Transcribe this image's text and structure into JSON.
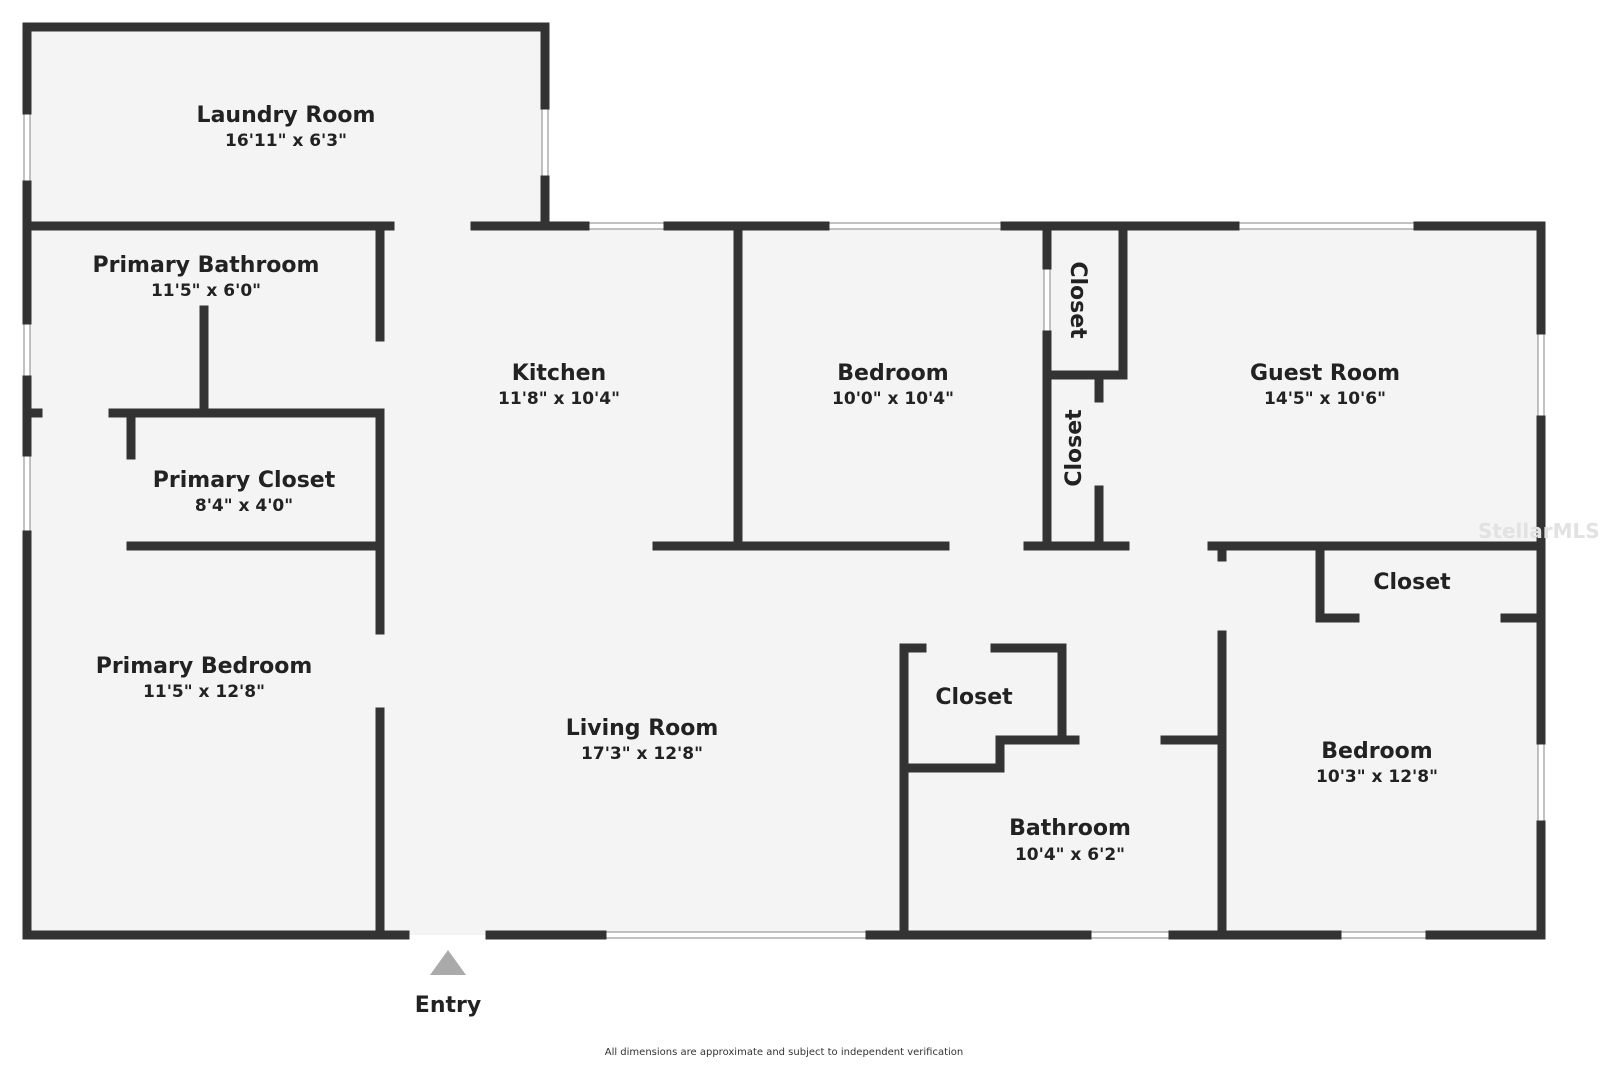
{
  "rooms": [
    {
      "name": "Laundry Room",
      "dims": "16'11\" x 6'3\""
    },
    {
      "name": "Primary Bathroom",
      "dims": "11'5\" x 6'0\""
    },
    {
      "name": "Primary Closet",
      "dims": "8'4\" x 4'0\""
    },
    {
      "name": "Primary Bedroom",
      "dims": "11'5\" x 12'8\""
    },
    {
      "name": "Kitchen",
      "dims": "11'8\" x 10'4\""
    },
    {
      "name": "Bedroom",
      "dims": "10'0\" x 10'4\""
    },
    {
      "name": "Guest Room",
      "dims": "14'5\" x 10'6\""
    },
    {
      "name": "Living Room",
      "dims": "17'3\" x 12'8\""
    },
    {
      "name": "Bathroom",
      "dims": "10'4\" x 6'2\""
    },
    {
      "name": "Bedroom",
      "dims": "10'3\" x 12'8\""
    },
    {
      "name": "Closet"
    },
    {
      "name": "Closet"
    },
    {
      "name": "Closet"
    },
    {
      "name": "Closet"
    }
  ],
  "entry_label": "Entry",
  "footer": "All dimensions are approximate and subject to independent verification",
  "watermark": "StellarMLS",
  "colors": {
    "wall": "#333333",
    "floor": "#f4f4f4",
    "entry_marker": "#aaaaaa"
  }
}
